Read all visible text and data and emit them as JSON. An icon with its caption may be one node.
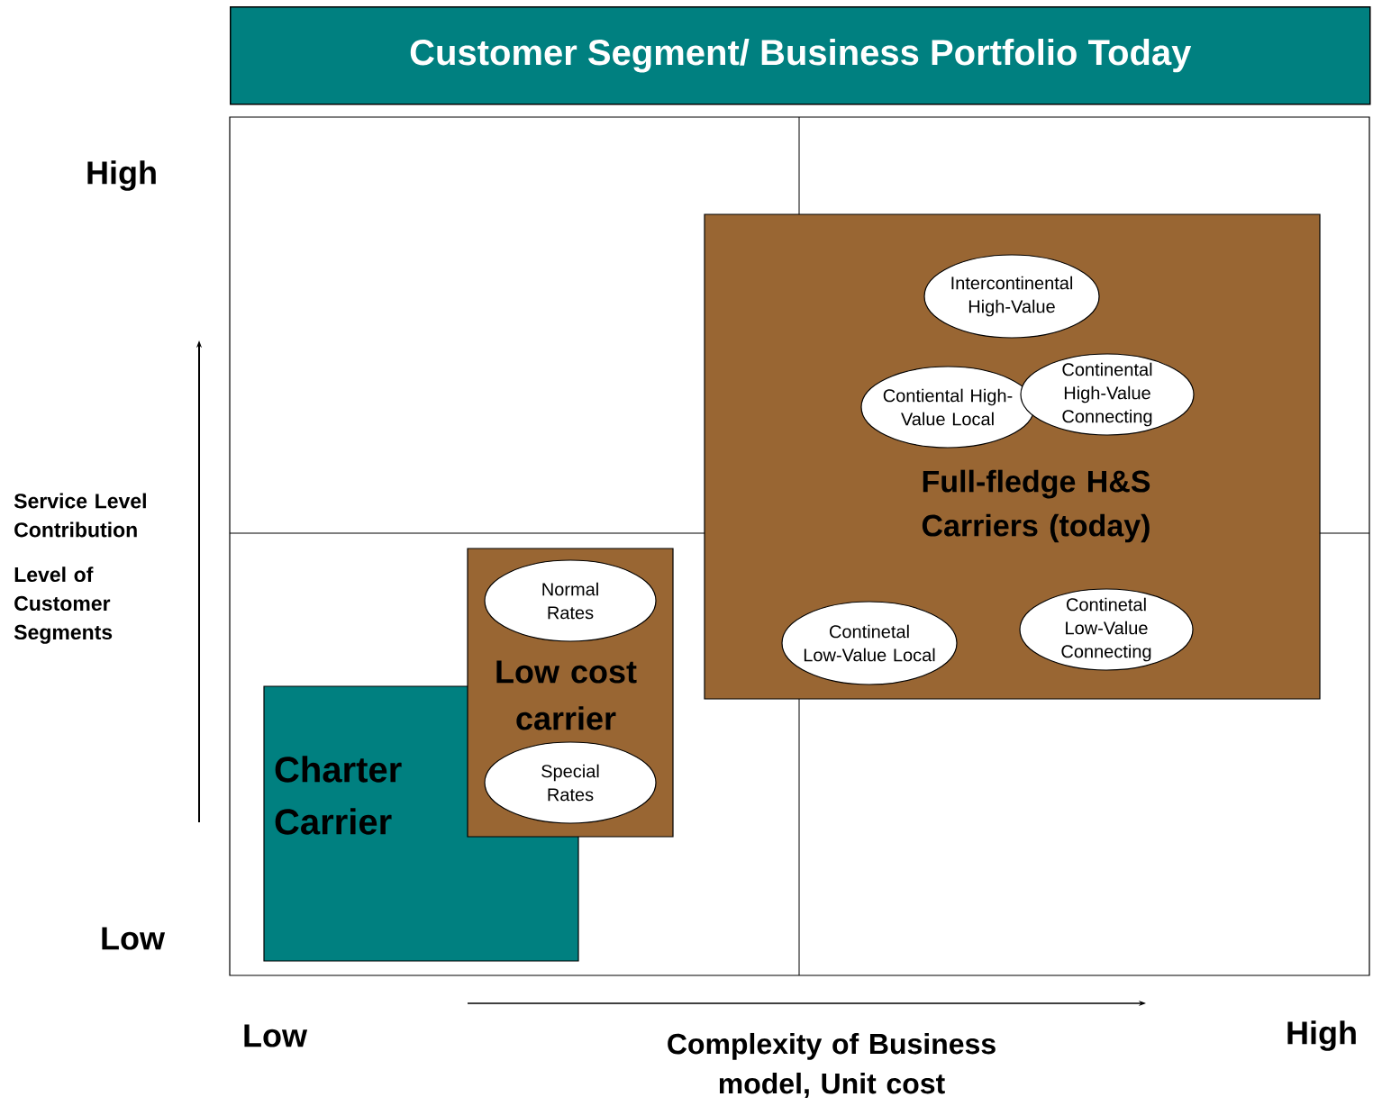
{
  "diagram": {
    "title": "Customer Segment/ Business Portfolio Today",
    "nodes": [
      {
        "text": [
          "Charter Carrier"
        ]
      },
      {
        "text": [
          "Low cost carrier"
        ]
      },
      {
        "text": [
          "Normal Rates"
        ],
        "in": 1
      },
      {
        "text": [
          "Special Rates"
        ],
        "in": 1
      },
      {
        "text": [
          "Full-fledge H&S Carriers (today)"
        ]
      },
      {
        "text": [
          "Intercontinental High-Value"
        ],
        "in": 4
      },
      {
        "text": [
          "Contiental High-Value Local"
        ],
        "in": 4
      },
      {
        "text": [
          "Continental High-Value Connecting"
        ],
        "in": 4
      },
      {
        "text": [
          "Continetal Low-Value Local"
        ],
        "in": 4
      },
      {
        "text": [
          "Continetal Low-Value Connecting"
        ],
        "in": 4
      }
    ],
    "labels": [
      "High",
      "Service Level Contribution",
      "Level of Customer Segments",
      "Low",
      "Low",
      "Complexity of Business model, Unit cost",
      "High"
    ]
  }
}
